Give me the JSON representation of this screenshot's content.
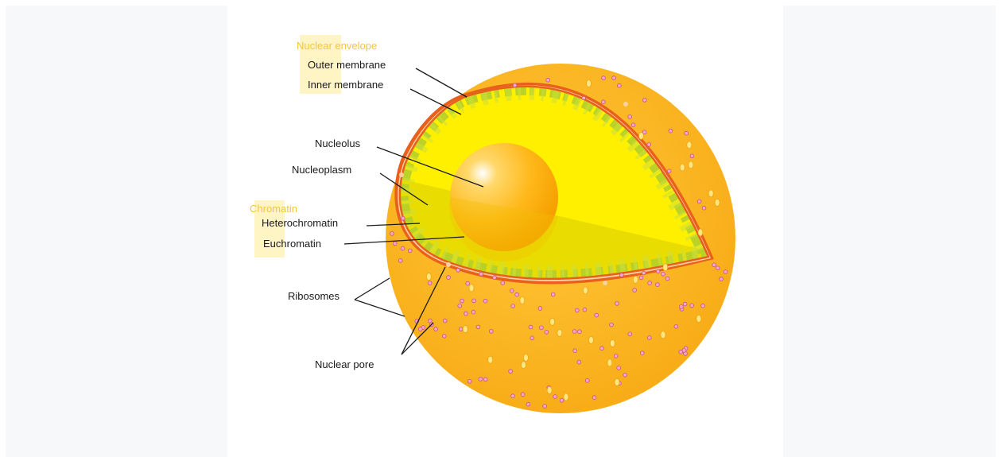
{
  "diagram": {
    "groups": {
      "nuclear_envelope": "Nuclear envelope",
      "chromatin": "Chromatin"
    },
    "labels": {
      "outer_membrane": "Outer membrane",
      "inner_membrane": "Inner membrane",
      "nucleolus": "Nucleolus",
      "nucleoplasm": "Nucleoplasm",
      "heterochromatin": "Heterochromatin",
      "euchromatin": "Euchromatin",
      "ribosomes": "Ribosomes",
      "nuclear_pore": "Nuclear pore"
    },
    "colors": {
      "background_panel": "#f7f8fa",
      "nucleus_outer": "#fcb41c",
      "membrane": "#e8601c",
      "nucleoplasm": "#fff000",
      "chromatin_green": "#b4cf2a",
      "group_label": "#f2c641",
      "ribosome": "#d96aa6"
    }
  }
}
